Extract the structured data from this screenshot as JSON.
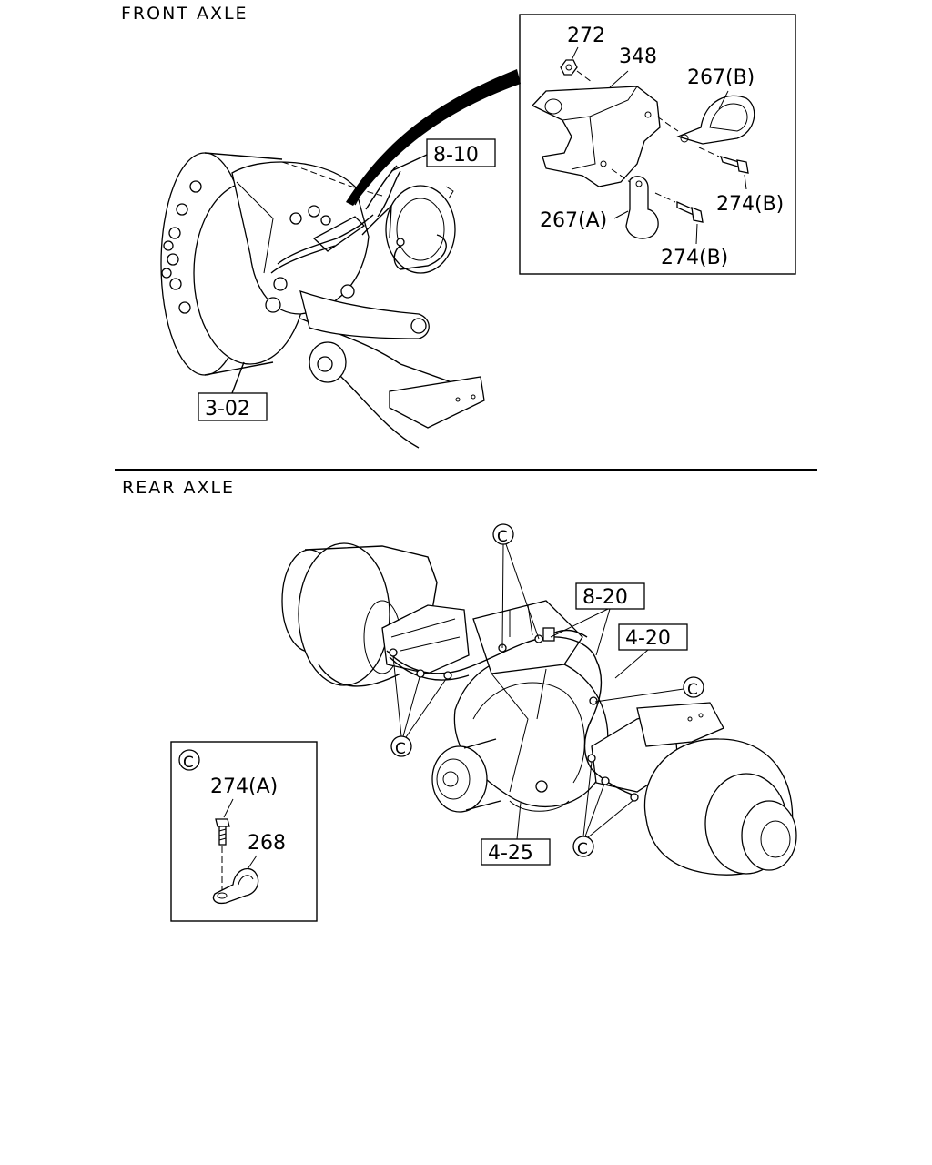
{
  "sections": {
    "front": "FRONT AXLE",
    "rear": "REAR AXLE"
  },
  "front": {
    "refs": {
      "brake_chamber": "8-10",
      "hub": "3-02"
    },
    "detail_parts": {
      "nut": "272",
      "bracket": "348",
      "clip_b": "267(B)",
      "bolt_b_upper": "274(B)",
      "clip_a": "267(A)",
      "bolt_b_lower": "274(B)"
    }
  },
  "rear": {
    "refs": {
      "brake": "8-20",
      "hub": "4-20",
      "housing": "4-25"
    },
    "callout": "C",
    "detail": {
      "marker": "C",
      "bolt": "274(A)",
      "clip": "268"
    }
  }
}
